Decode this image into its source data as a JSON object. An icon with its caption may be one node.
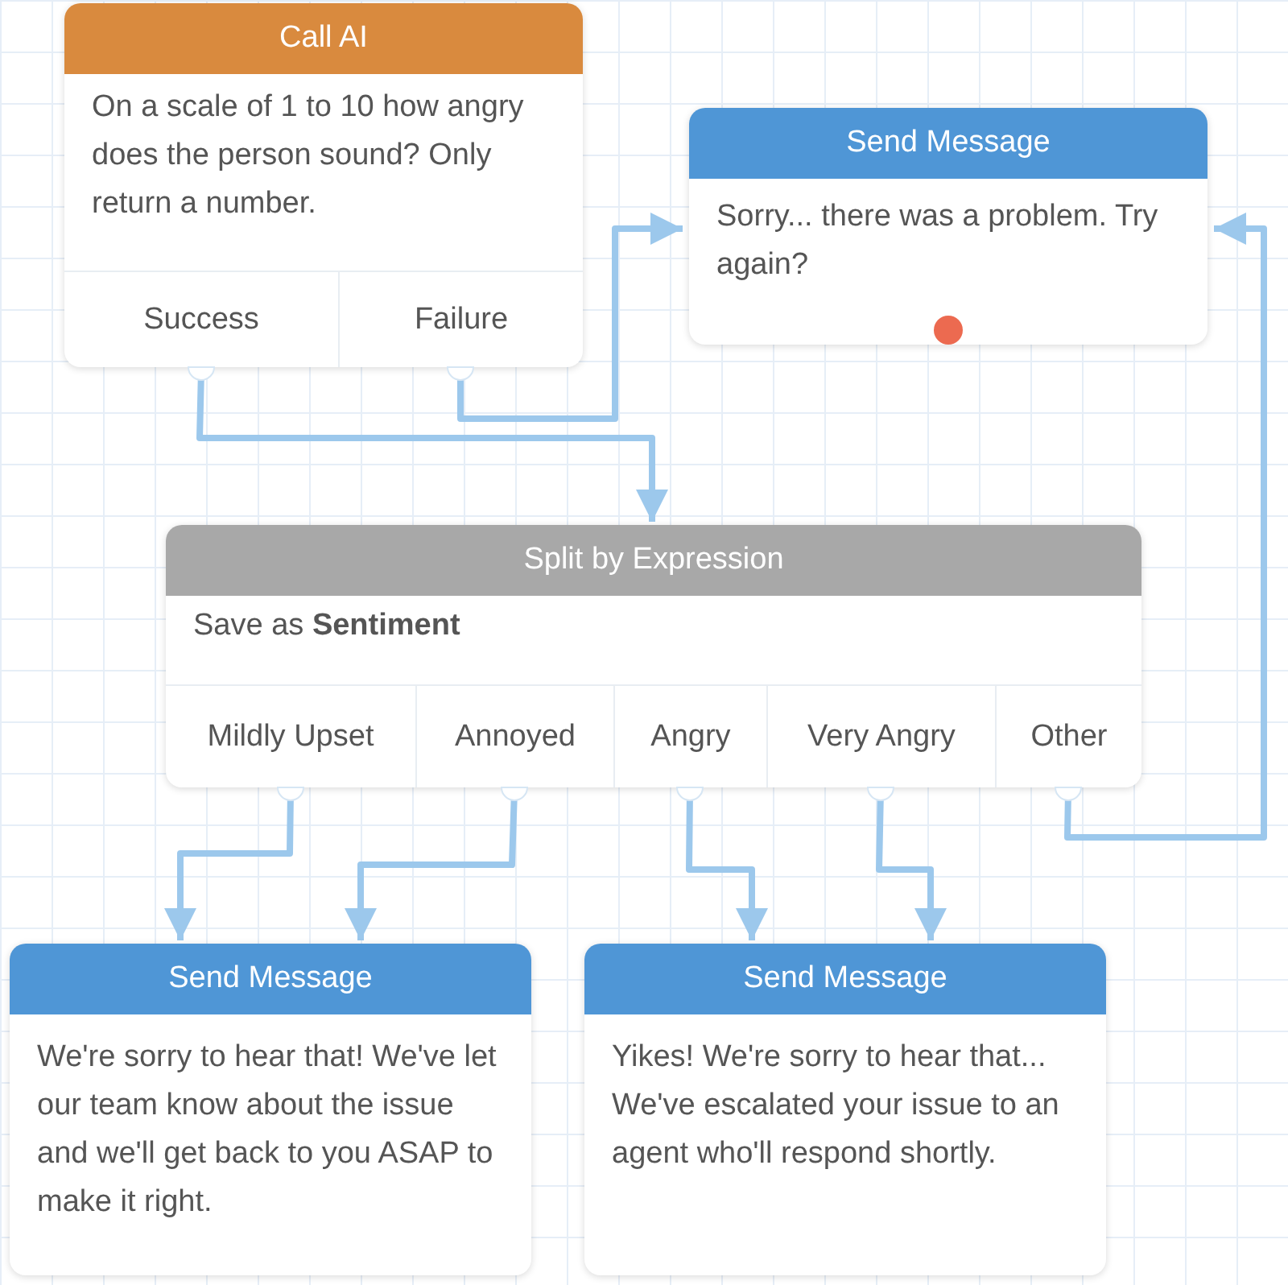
{
  "diagram": {
    "nodes": [
      {
        "text": [
          "Call AI",
          "On a scale of 1 to 10 how angry does the person sound? Only return a number."
        ]
      },
      {
        "text": [
          "Success"
        ],
        "in": 0
      },
      {
        "text": [
          "Failure"
        ],
        "in": 0
      },
      {
        "text": [
          "Send Message",
          "Sorry... there was a problem. Try again?"
        ]
      },
      {
        "text": [
          "Split by Expression",
          "Save as **Sentiment**"
        ]
      },
      {
        "text": [
          "Mildly Upset"
        ],
        "in": 4
      },
      {
        "text": [
          "Annoyed"
        ],
        "in": 4
      },
      {
        "text": [
          "Angry"
        ],
        "in": 4
      },
      {
        "text": [
          "Very Angry"
        ],
        "in": 4
      },
      {
        "text": [
          "Other"
        ],
        "in": 4
      },
      {
        "text": [
          "Send Message",
          "We're sorry to hear that! We've let our team know about the issue and we'll get back to you ASAP to make it right."
        ]
      },
      {
        "text": [
          "Send Message",
          "Yikes! We're sorry to hear that... We've escalated your issue to an agent who'll respond shortly."
        ]
      }
    ],
    "edges": [
      {
        "from": 1,
        "to": 4,
        "arrow": "to"
      },
      {
        "from": 2,
        "to": 3,
        "arrow": "to"
      },
      {
        "from": 9,
        "to": 3,
        "arrow": "to"
      },
      {
        "from": 5,
        "to": 10,
        "arrow": "to"
      },
      {
        "from": 6,
        "to": 10,
        "arrow": "to"
      },
      {
        "from": 7,
        "to": 11,
        "arrow": "to"
      },
      {
        "from": 8,
        "to": 11,
        "arrow": "to"
      }
    ]
  }
}
